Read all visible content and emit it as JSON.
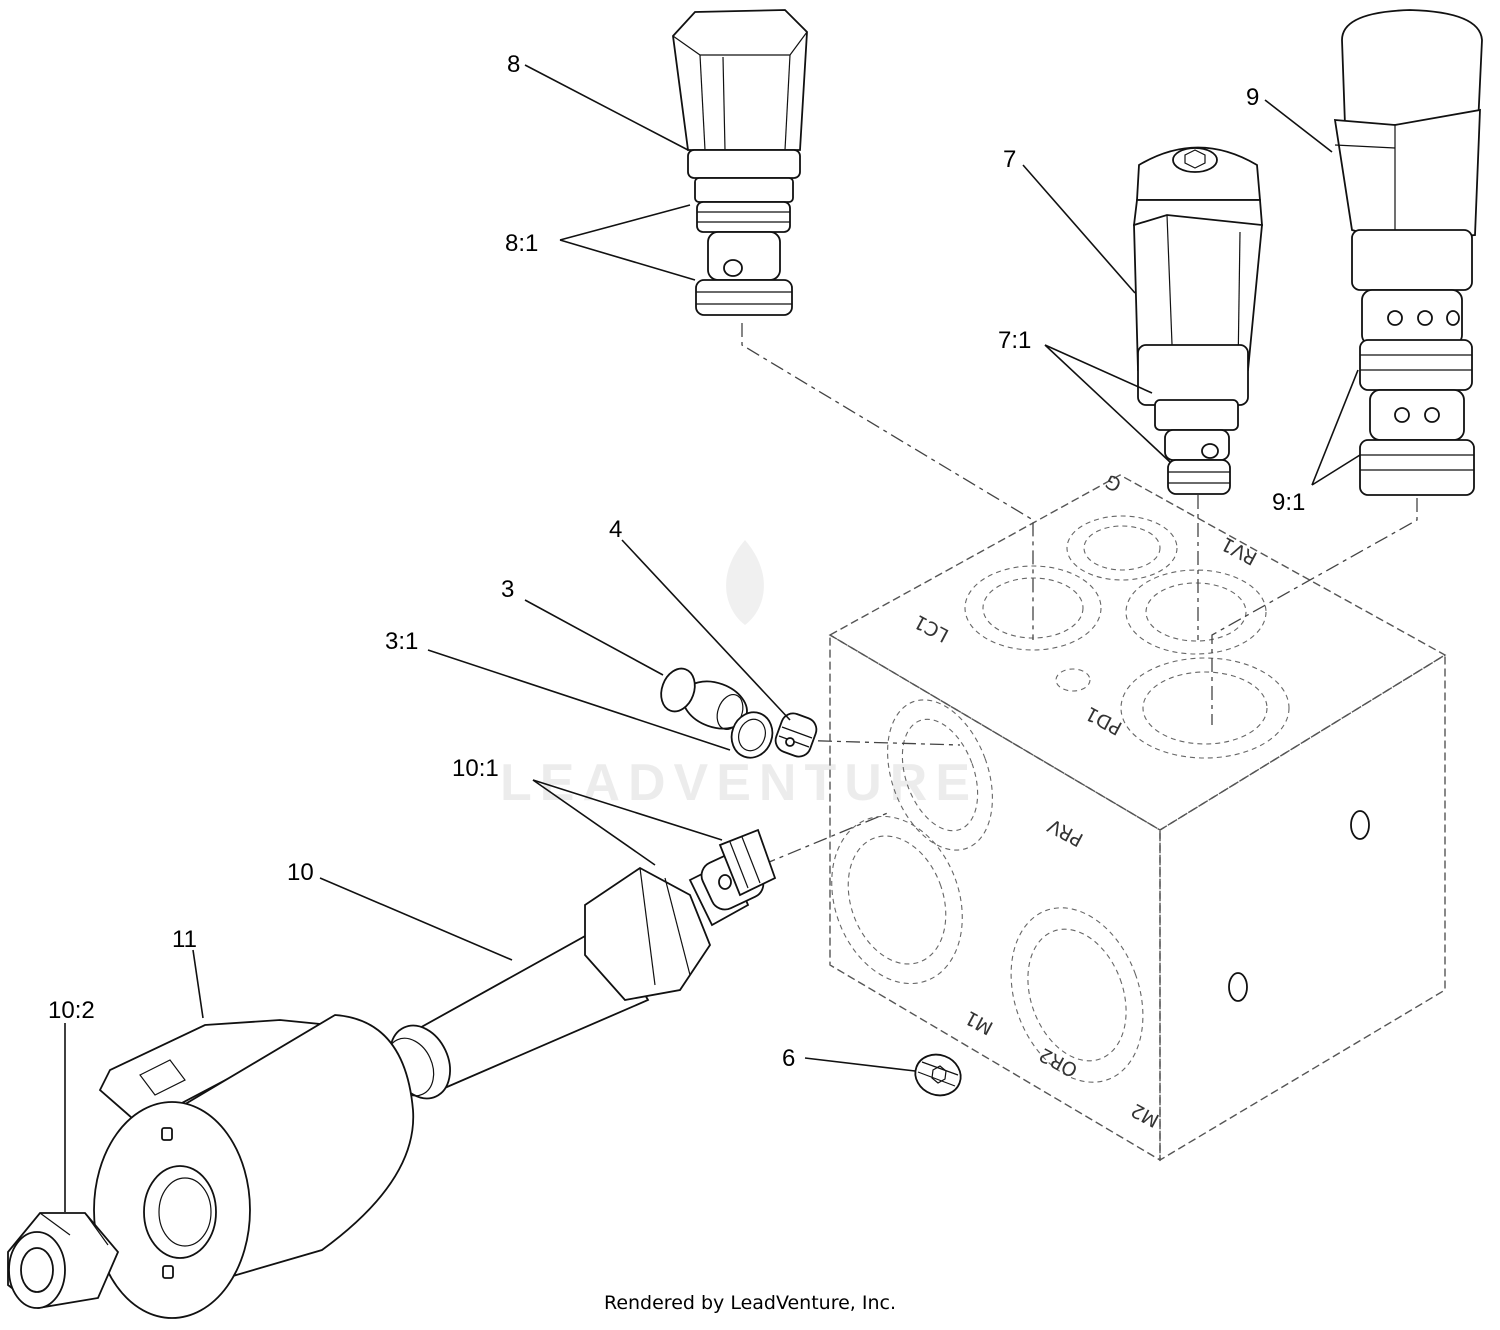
{
  "callouts": {
    "c8": "8",
    "c8_1": "8:1",
    "c7": "7",
    "c7_1": "7:1",
    "c9": "9",
    "c9_1": "9:1",
    "c4": "4",
    "c3": "3",
    "c3_1": "3:1",
    "c10_1": "10:1",
    "c10": "10",
    "c11": "11",
    "c10_2": "10:2",
    "c6": "6"
  },
  "port_labels": {
    "g": "G",
    "rv1": "RV1",
    "lc1": "LC1",
    "pd1": "PD1",
    "prv": "PRV",
    "m1": "M1",
    "or2": "OR2",
    "m2": "M2"
  },
  "watermark": "LEADVENTURE",
  "credit": "Rendered by LeadVenture, Inc."
}
